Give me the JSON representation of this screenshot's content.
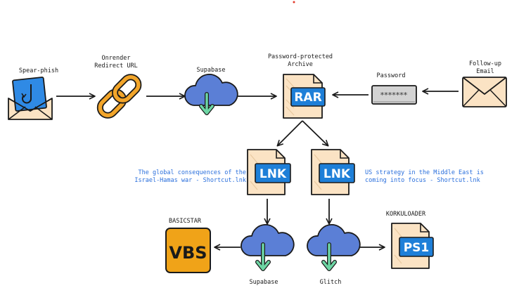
{
  "nodes": {
    "spear_phish": "Spear-phish",
    "onrender": [
      "Onrender",
      "Redirect URL"
    ],
    "supabase_top": "Supabase",
    "archive": [
      "Password-protected",
      "Archive"
    ],
    "password": "Password",
    "password_field": "*******",
    "followup": [
      "Follow-up",
      "Email"
    ],
    "rar_badge": "RAR",
    "lnk_badge": "LNK",
    "lnk_left_caption": [
      "The global consequences of the",
      "Israel-Hamas war - Shortcut.lnk"
    ],
    "lnk_right_caption": [
      "US strategy in the Middle East is",
      "coming into focus - Shortcut.lnk"
    ],
    "basicstar": "BASICSTAR",
    "vbs_badge": "VBS",
    "supabase_bottom": "Supabase",
    "glitch": "Glitch",
    "korkuloader": "KORKULOADER",
    "ps1_badge": "PS1"
  },
  "colors": {
    "cloud": "#5b7fd6",
    "download_arrow": "#6dd6a4",
    "document": "#fbe3c4",
    "badge": "#1e7fd8",
    "chain": "#f2a52a",
    "vbs": "#f0a318",
    "caption_blue": "#2a6fdc"
  }
}
